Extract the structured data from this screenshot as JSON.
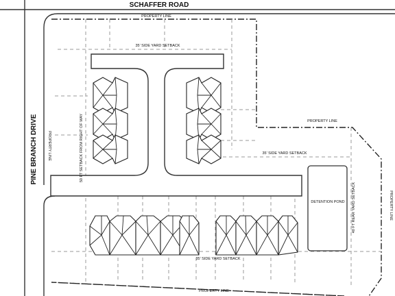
{
  "roads": {
    "north": "SCHAFFER ROAD",
    "west": "PINE BRANCH DRIVE"
  },
  "labels": {
    "property_line_top": "PROPERTY LINE",
    "property_line_right": "PROPERTY LINE",
    "property_line_left": "PROPERTY LINE",
    "property_line_east_edge": "PROPERTY LINE",
    "property_line_bottom": "PROPERTY LINE",
    "setback_north": "35' SIDE YARD SETBACK",
    "setback_middle": "35' SIDE YARD SETBACK",
    "setback_south": "35' SIDE YARD SETBACK",
    "setback_front": "50 FT SETBACK FROM RIGHT OF WAY",
    "setback_rear": "40 FT REAR YARD SETBACK",
    "pond": "DETENTION POND"
  }
}
